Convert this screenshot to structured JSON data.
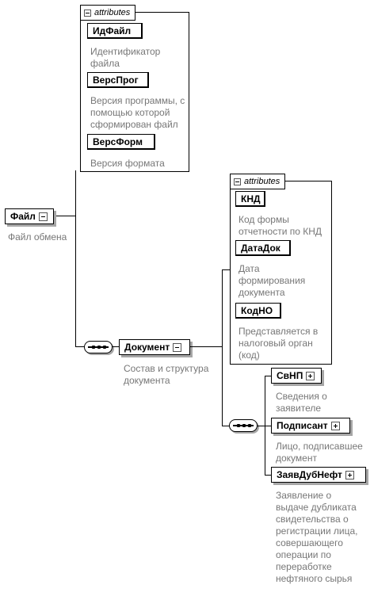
{
  "attributes_label": "attributes",
  "root": {
    "name": "Файл",
    "description": "Файл обмена"
  },
  "root_attributes": [
    {
      "name": "ИдФайл",
      "description": "Идентификатор файла"
    },
    {
      "name": "ВерсПрог",
      "description": "Версия программы, с помощью которой сформирован файл"
    },
    {
      "name": "ВерсФорм",
      "description": "Версия формата"
    }
  ],
  "document": {
    "name": "Документ",
    "description": "Состав и структура документа"
  },
  "document_attributes": [
    {
      "name": "КНД",
      "description": "Код формы отчетности по КНД"
    },
    {
      "name": "ДатаДок",
      "description": "Дата формирования документа"
    },
    {
      "name": "КодНО",
      "description": "Представляется в налоговый орган (код)"
    }
  ],
  "children": [
    {
      "name": "СвНП",
      "description": "Сведения о заявителе"
    },
    {
      "name": "Подписант",
      "description": "Лицо, подписавшее документ"
    },
    {
      "name": "ЗаявДубНефт",
      "description": "Заявление о выдаче дубликата свидетельства о регистрации лица, совершающего операции по переработке нефтяного сырья"
    }
  ]
}
